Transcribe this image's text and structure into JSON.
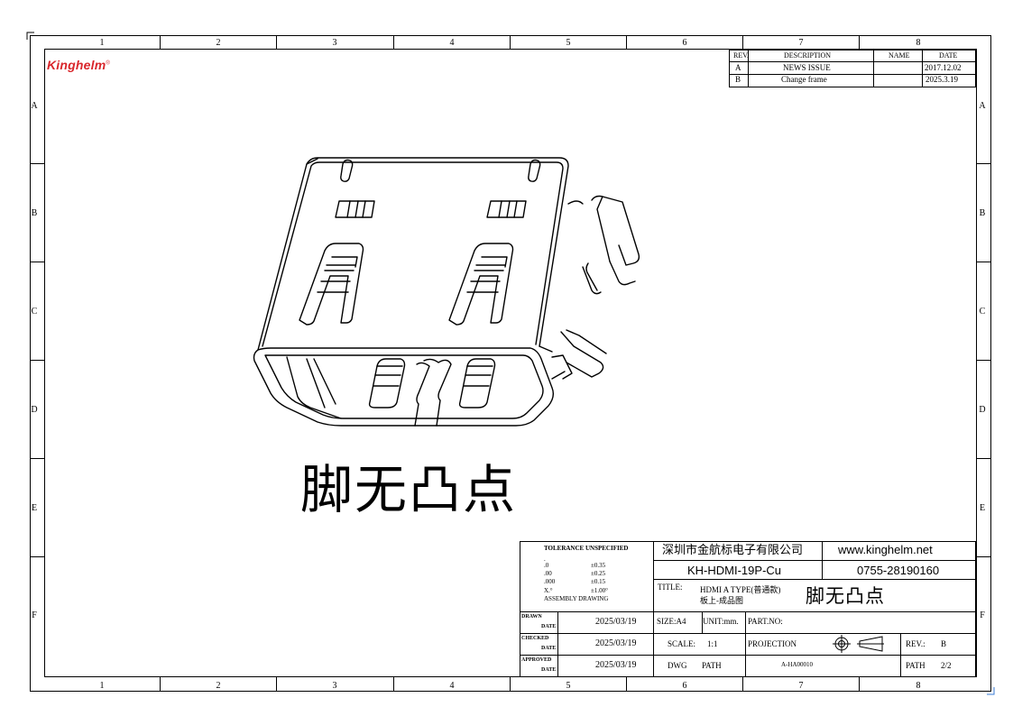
{
  "frame": {
    "columns": [
      "1",
      "2",
      "3",
      "4",
      "5",
      "6",
      "7",
      "8"
    ],
    "rows": [
      "A",
      "B",
      "C",
      "D",
      "E",
      "F"
    ]
  },
  "logo": {
    "text": "Kinghelm",
    "mark": "®"
  },
  "revision_table": {
    "headers": [
      "REV.",
      "DESCRIPTION",
      "NAME",
      "DATE"
    ],
    "rows": [
      {
        "rev": "A",
        "description": "NEWS ISSUE",
        "name": "",
        "date": "2017.12.02"
      },
      {
        "rev": "B",
        "description": "Change frame",
        "name": "",
        "date": "2025.3.19"
      }
    ]
  },
  "drawing_note": "脚无凸点",
  "title_block": {
    "tolerance": {
      "title": "TOLERANCE UNSPECIFIED",
      "rows": [
        {
          "fmt": ".0",
          "tol": "±0.35"
        },
        {
          "fmt": ".00",
          "tol": "±0.25"
        },
        {
          "fmt": ".000",
          "tol": "±0.15"
        },
        {
          "fmt": "X.°",
          "tol": "±1.00°"
        }
      ],
      "footer": "ASSEMBLY DRAWING"
    },
    "company": "深圳市金航标电子有限公司",
    "website": "www.kinghelm.net",
    "part_number": "KH-HDMI-19P-Cu",
    "phone": "0755-28190160",
    "title_label": "TITLE:",
    "title_line1": "HDMI A TYPE(普通款)",
    "title_line2": "板上-成品图",
    "title_note": "脚无凸点",
    "drawn": {
      "label": "DRAWN",
      "date_label": "DATE",
      "value": "2025/03/19"
    },
    "checked": {
      "label": "CHECKED",
      "date_label": "DATE",
      "value": "2025/03/19"
    },
    "approved": {
      "label": "APPROVED",
      "date_label": "DATE",
      "value": "2025/03/19"
    },
    "size": "SIZE:A4",
    "unit": "UNIT:mm.",
    "part_no_label": "PART.NO:",
    "scale_label": "SCALE:",
    "scale_value": "1:1",
    "projection_label": "PROJECTION",
    "rev_label": "REV.:",
    "rev_value": "B",
    "dwg_label": "DWG",
    "path_label": "PATH",
    "dwg_value": "A-HA00010",
    "path_label2": "PATH",
    "page": "2/2"
  }
}
